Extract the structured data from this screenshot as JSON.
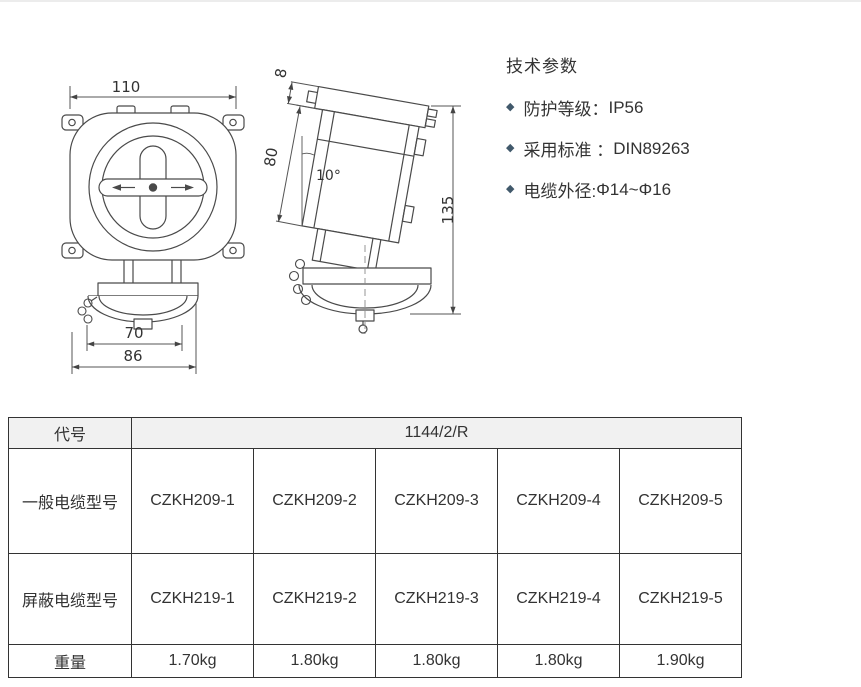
{
  "page": {
    "background": "#ffffff",
    "accent_bullet_color": "#41596b"
  },
  "specs": {
    "title": "技术参数",
    "bullet": "◆",
    "items": [
      {
        "label": "防护等级：",
        "value": "IP56"
      },
      {
        "label": "采用标准 ：",
        "value": "DIN89263"
      },
      {
        "label": "电缆外径: ",
        "value": "Φ14~Φ16"
      }
    ]
  },
  "drawing": {
    "dims": {
      "top_width": "110",
      "lid_thickness": "8",
      "face_height": "80",
      "tilt_angle": "10°",
      "total_height": "135",
      "inner_width": "70",
      "outer_width": "86"
    }
  },
  "table": {
    "header": {
      "label": "代号",
      "value": "1144/2/R"
    },
    "rows": [
      {
        "label": "一般电缆型号",
        "values": [
          "CZKH209-1",
          "CZKH209-2",
          "CZKH209-3",
          "CZKH209-4",
          "CZKH209-5"
        ]
      },
      {
        "label": "屏蔽电缆型号",
        "values": [
          "CZKH219-1",
          "CZKH219-2",
          "CZKH219-3",
          "CZKH219-4",
          "CZKH219-5"
        ]
      },
      {
        "label": "重量",
        "values": [
          "1.70kg",
          "1.80kg",
          "1.80kg",
          "1.80kg",
          "1.90kg"
        ]
      }
    ]
  }
}
